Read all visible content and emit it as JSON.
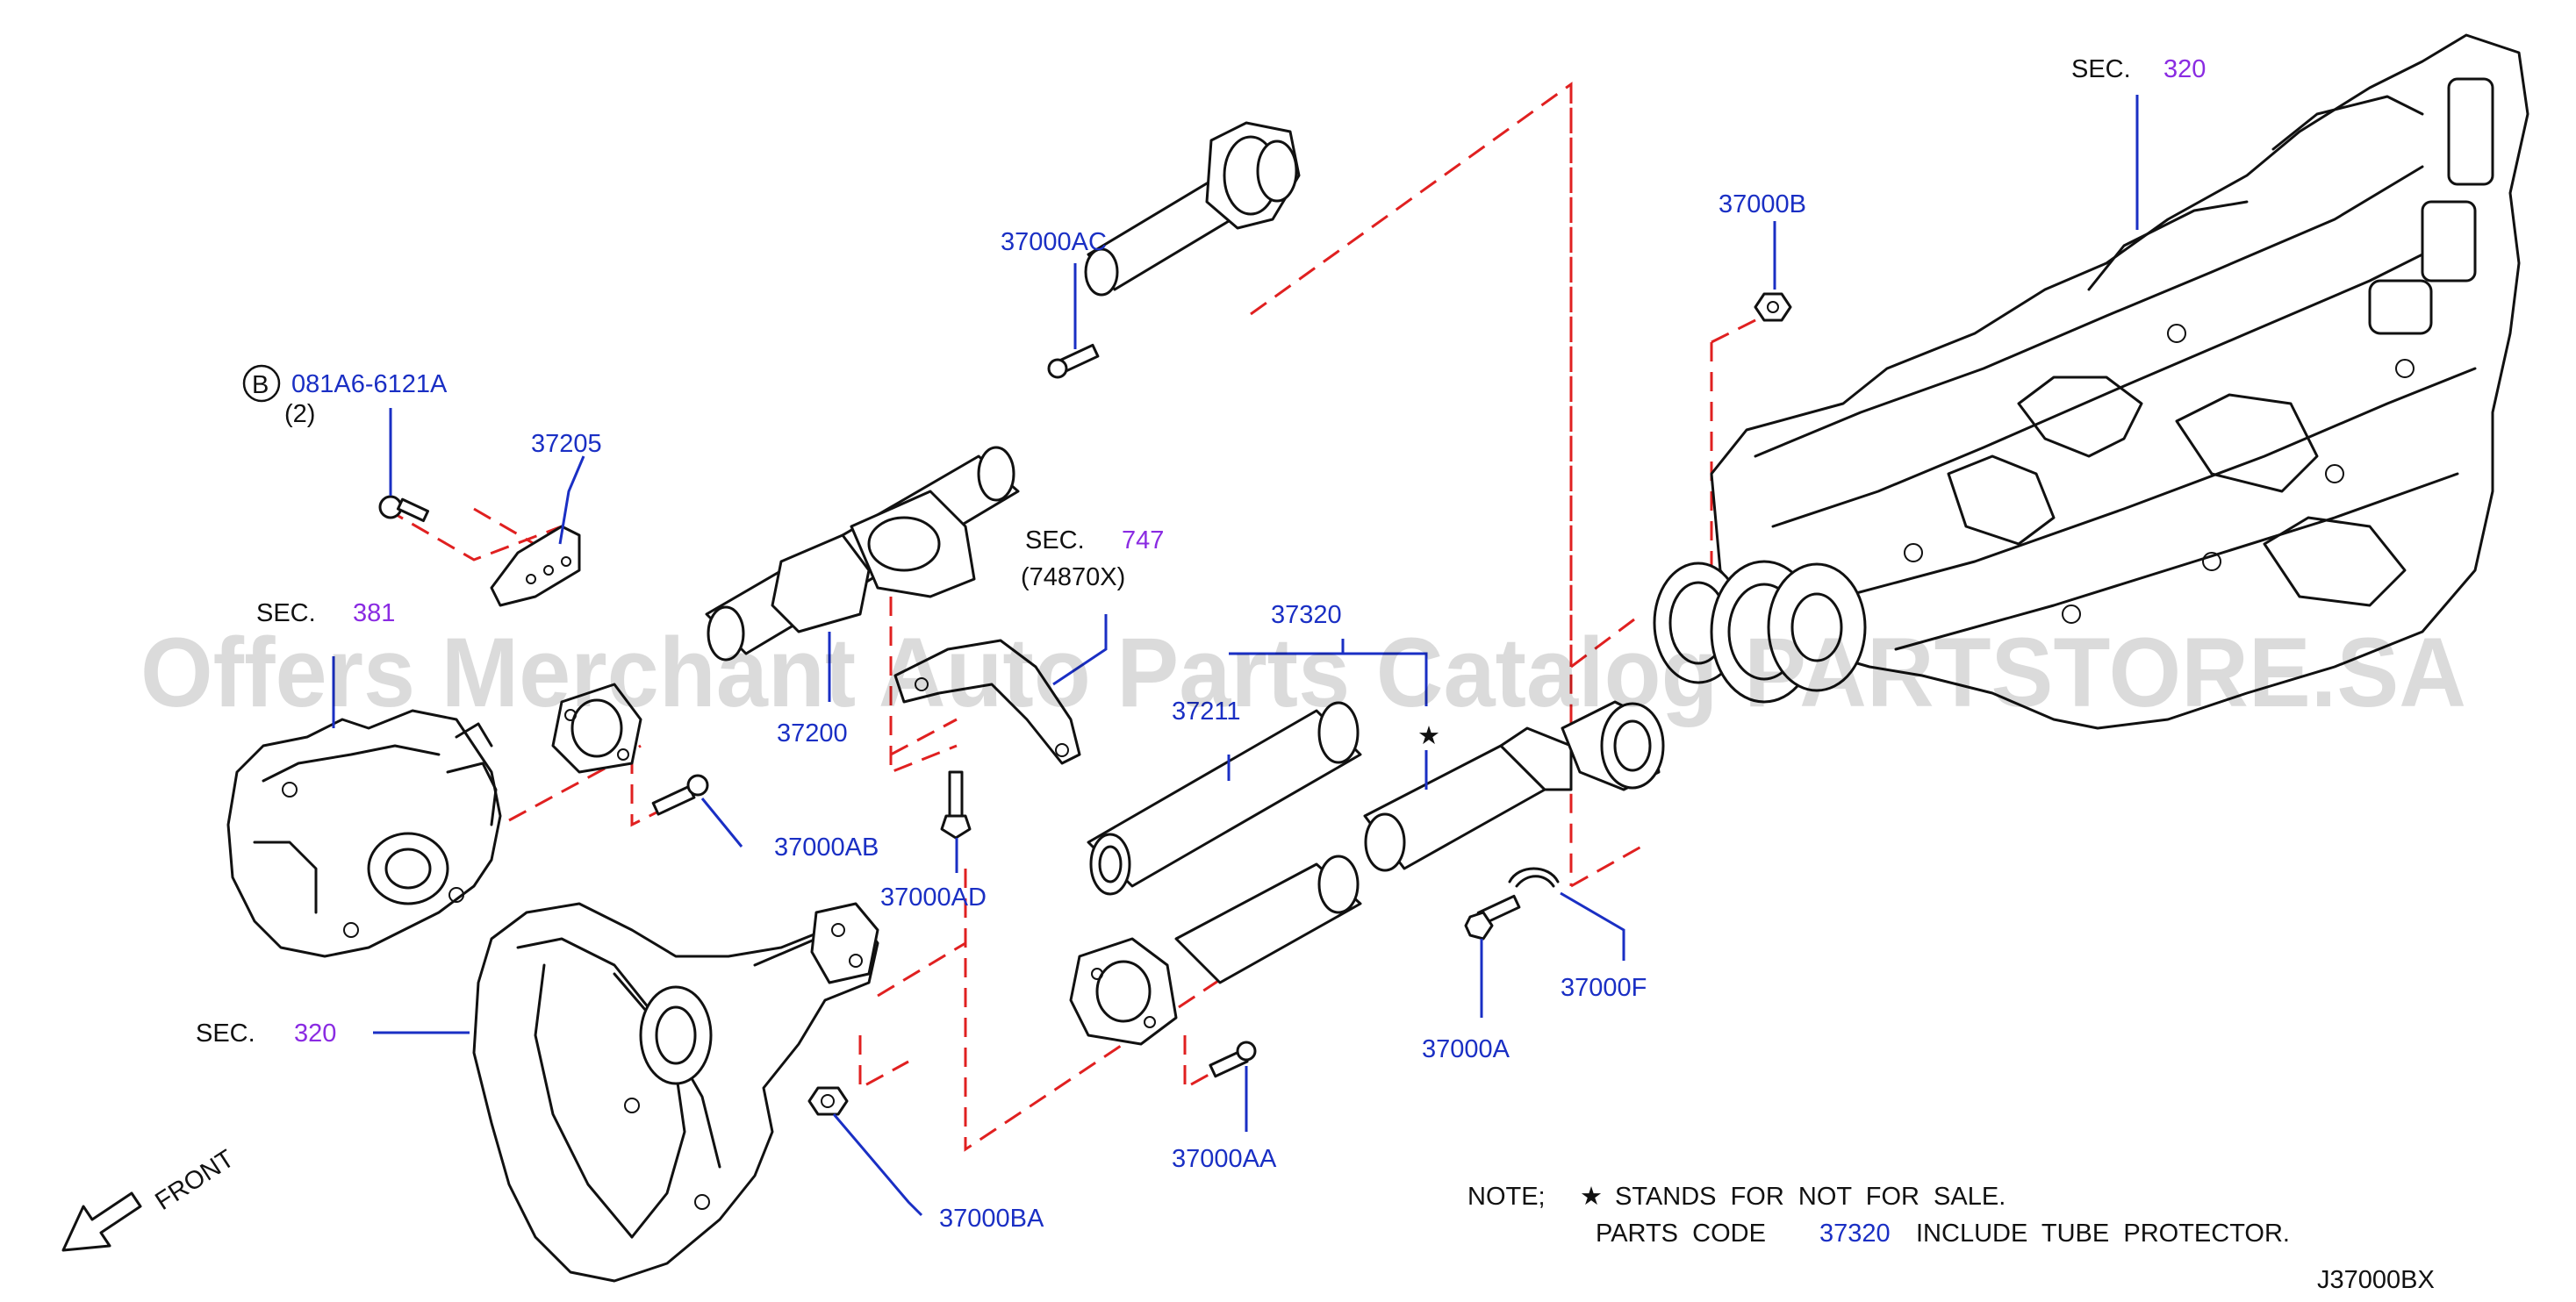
{
  "watermark": "Offers Merchant Auto Parts Catalog PARTSTORE.SA",
  "diagram_code": "J37000BX",
  "front_label": "FRONT",
  "star_symbol": "★",
  "sec_prefix": "SEC.",
  "sections": {
    "transfer_top": "320",
    "rear_diff": "381",
    "center_bearing": "747",
    "center_bearing_code": "(74870X)",
    "transmission": "320"
  },
  "parts": {
    "p37000AC": "37000AC",
    "p37000B": "37000B",
    "bolt_b_code": "081A6-6121A",
    "bolt_b_marker": "B",
    "bolt_b_qty": "(2)",
    "p37205": "37205",
    "p37200": "37200",
    "p37000AB": "37000AB",
    "p37000AD": "37000AD",
    "p37320": "37320",
    "p37211": "37211",
    "p37000F": "37000F",
    "p37000A": "37000A",
    "p37000AA": "37000AA",
    "p37000BA": "37000BA"
  },
  "note": {
    "prefix": "NOTE;",
    "star": "★",
    "line1": "STANDS  FOR  NOT  FOR  SALE.",
    "line2_a": "PARTS  CODE",
    "line2_code": "37320",
    "line2_b": "INCLUDE  TUBE  PROTECTOR."
  },
  "colors": {
    "part_number": "#1a2fc4",
    "section_ref": "#8a2be2",
    "guide_dash": "#e02020"
  }
}
